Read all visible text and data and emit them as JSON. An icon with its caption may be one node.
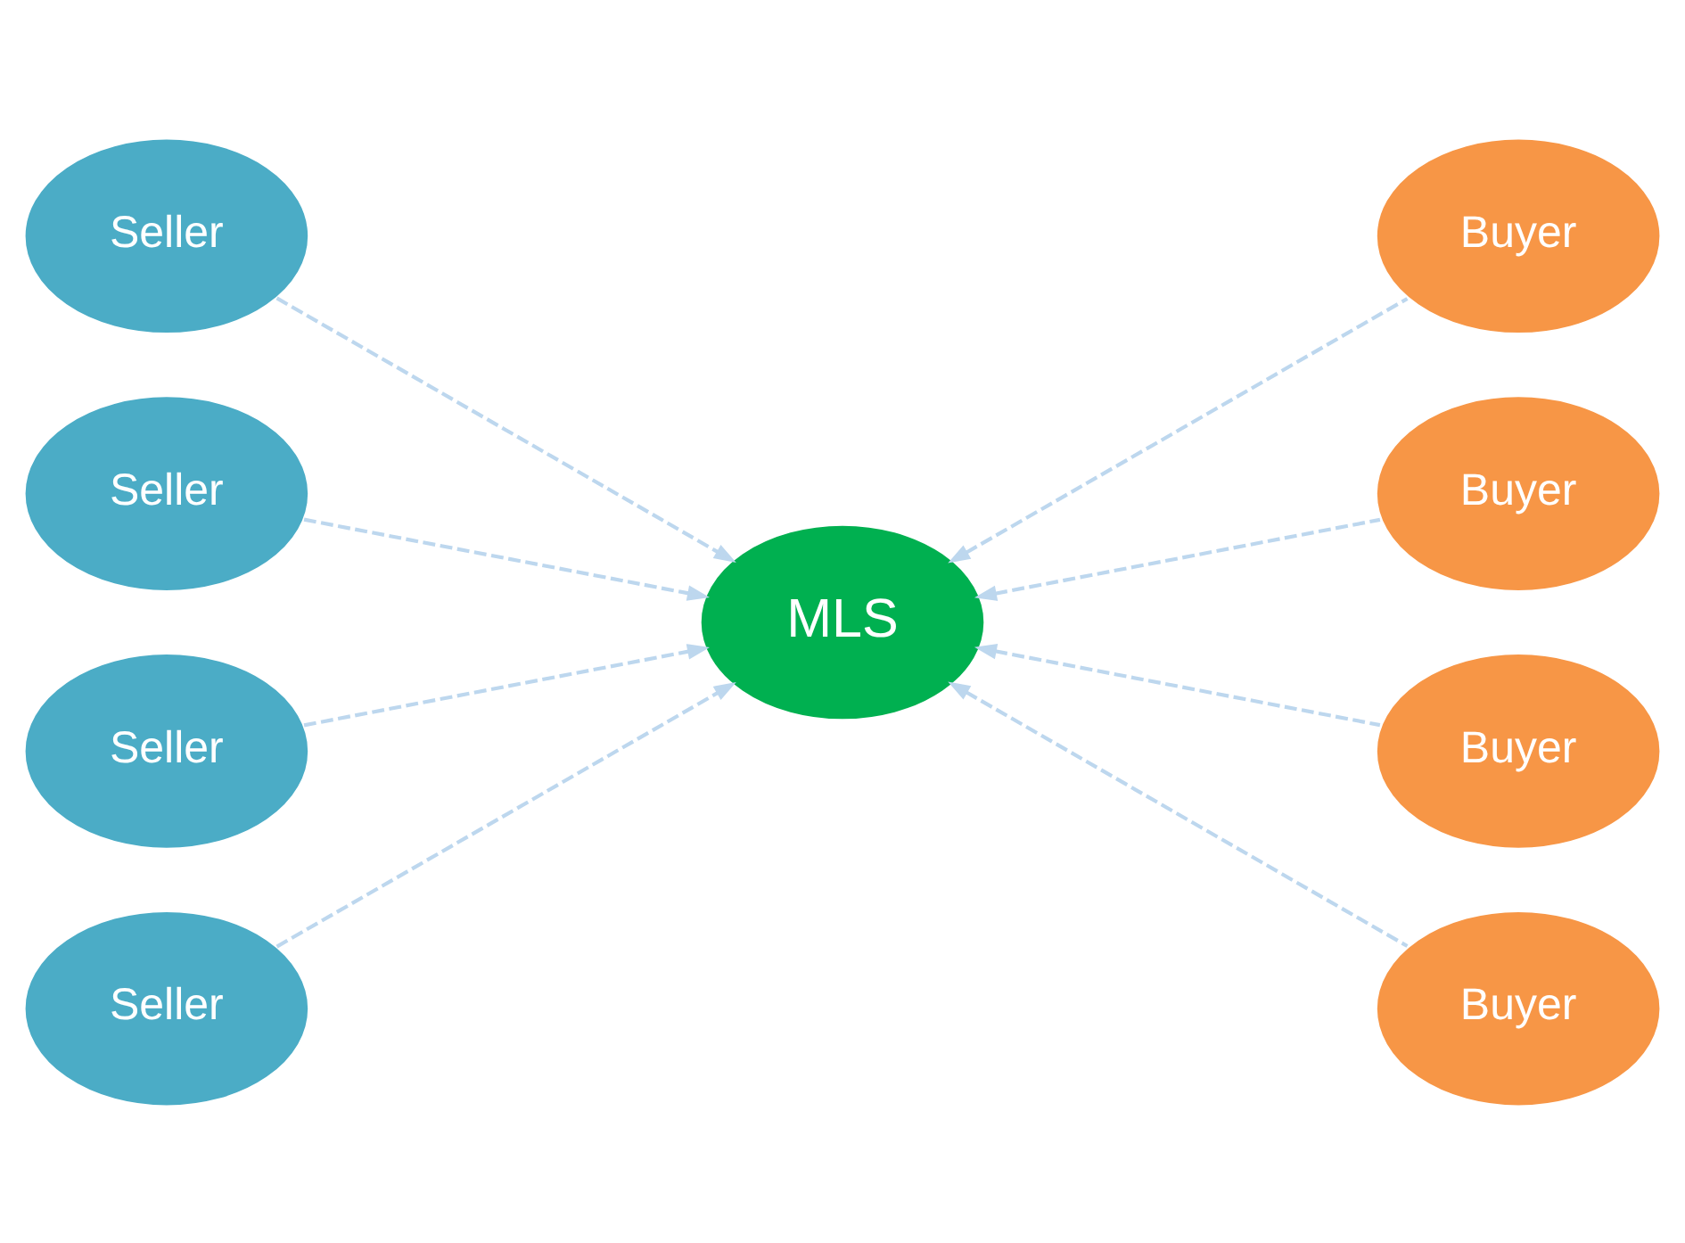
{
  "diagram": {
    "nodes": [
      {
        "text": [
          "Seller"
        ]
      },
      {
        "text": [
          "Seller"
        ]
      },
      {
        "text": [
          "Seller"
        ]
      },
      {
        "text": [
          "Seller"
        ]
      },
      {
        "text": [
          "MLS"
        ]
      },
      {
        "text": [
          "Buyer"
        ]
      },
      {
        "text": [
          "Buyer"
        ]
      },
      {
        "text": [
          "Buyer"
        ]
      },
      {
        "text": [
          "Buyer"
        ]
      }
    ],
    "edges": [
      {
        "from": 0,
        "to": 4,
        "arrow": "to",
        "style": "dashed"
      },
      {
        "from": 1,
        "to": 4,
        "arrow": "to",
        "style": "dashed"
      },
      {
        "from": 2,
        "to": 4,
        "arrow": "to",
        "style": "dashed"
      },
      {
        "from": 3,
        "to": 4,
        "arrow": "to",
        "style": "dashed"
      },
      {
        "from": 5,
        "to": 4,
        "arrow": "to",
        "style": "dashed"
      },
      {
        "from": 6,
        "to": 4,
        "arrow": "to",
        "style": "dashed"
      },
      {
        "from": 7,
        "to": 4,
        "arrow": "to",
        "style": "dashed"
      },
      {
        "from": 8,
        "to": 4,
        "arrow": "to",
        "style": "dashed"
      }
    ]
  }
}
